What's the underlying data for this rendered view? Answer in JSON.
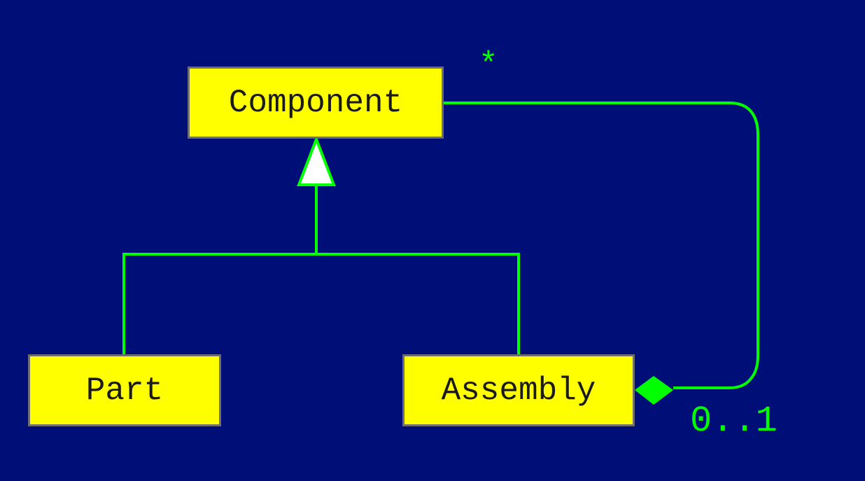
{
  "classes": {
    "component": "Component",
    "part": "Part",
    "assembly": "Assembly"
  },
  "multiplicities": {
    "component_end": "*",
    "assembly_end": "0..1"
  },
  "colors": {
    "background": "#000f78",
    "class_fill": "#ffff00",
    "class_border": "#6e6e6e",
    "connector": "#00ff00",
    "generalization_head": "#ffffff",
    "text": "#1a1a1a"
  },
  "relationships": [
    {
      "type": "generalization",
      "from": "Part",
      "to": "Component"
    },
    {
      "type": "generalization",
      "from": "Assembly",
      "to": "Component"
    },
    {
      "type": "composition",
      "whole": "Assembly",
      "part": "Component"
    }
  ]
}
